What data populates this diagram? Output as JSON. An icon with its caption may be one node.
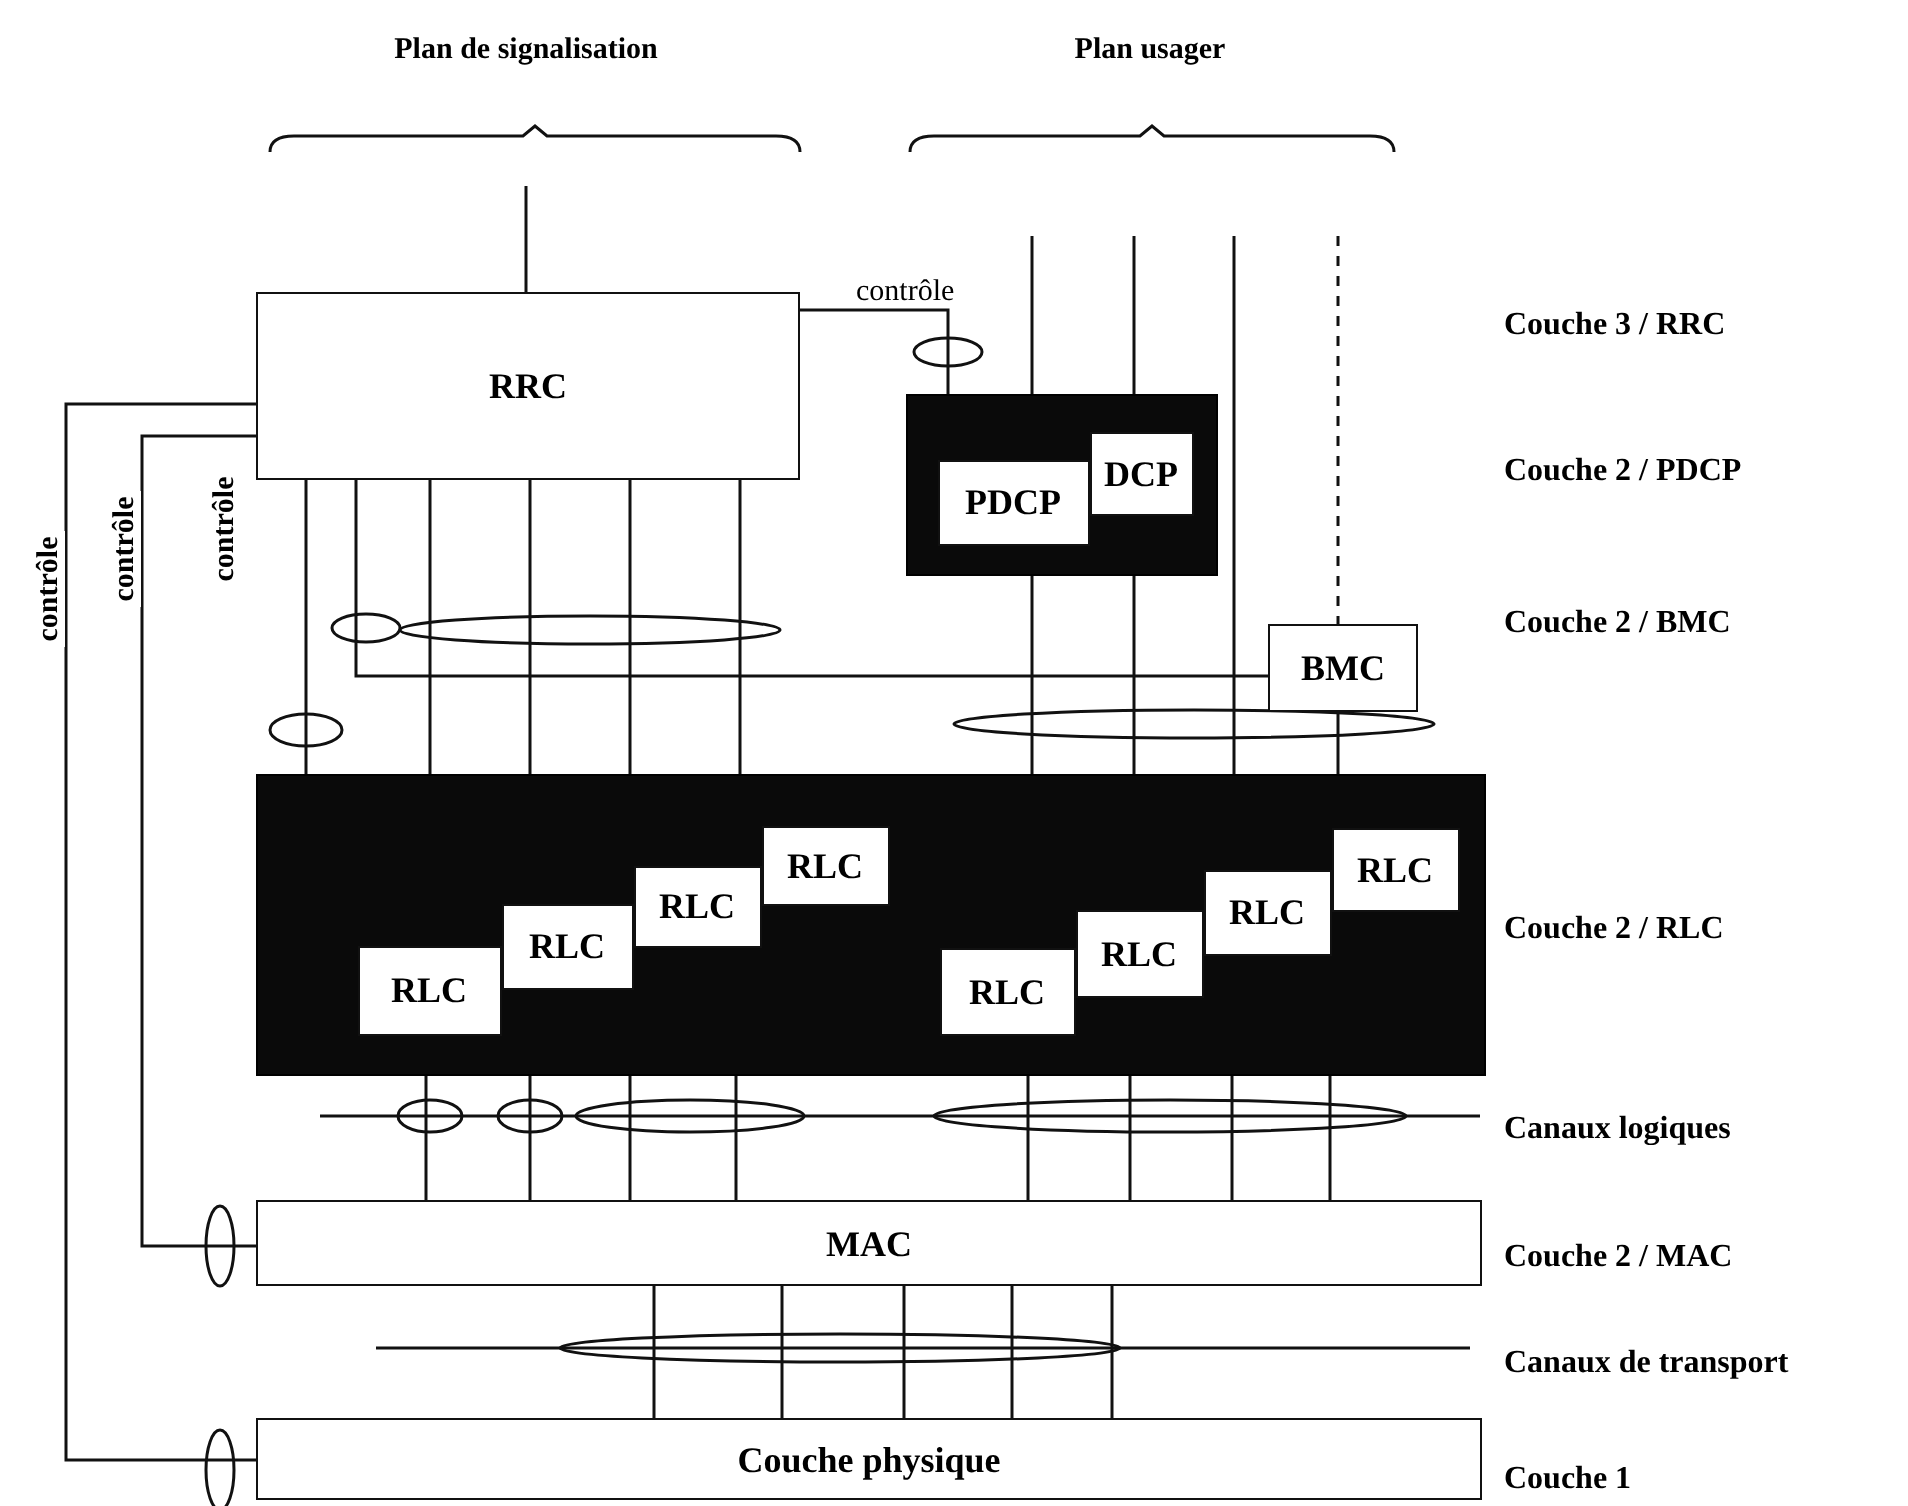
{
  "diagram": {
    "nodes": [
      {
        "text": [
          "RRC"
        ]
      },
      {
        "text": [],
        "shape": "box"
      },
      {
        "text": [
          "PDCP"
        ],
        "in": 1
      },
      {
        "text": [
          "DCP"
        ],
        "in": 1
      },
      {
        "text": [
          "BMC"
        ]
      },
      {
        "text": [],
        "shape": "box"
      },
      {
        "text": [
          "RLC"
        ],
        "in": 5
      },
      {
        "text": [
          "RLC"
        ],
        "in": 5
      },
      {
        "text": [
          "RLC"
        ],
        "in": 5
      },
      {
        "text": [
          "RLC"
        ],
        "in": 5
      },
      {
        "text": [
          "RLC"
        ],
        "in": 5
      },
      {
        "text": [
          "RLC"
        ],
        "in": 5
      },
      {
        "text": [
          "RLC"
        ],
        "in": 5
      },
      {
        "text": [
          "RLC"
        ],
        "in": 5
      },
      {
        "text": [
          "MAC"
        ]
      },
      {
        "text": [
          "Couche physique"
        ]
      }
    ],
    "edges": [
      {
        "from": null,
        "to": 0,
        "arrow": "none"
      },
      {
        "from": 0,
        "to": 1,
        "arrow": "none",
        "label": "contrôle"
      },
      {
        "from": 0,
        "to": 5,
        "arrow": "none",
        "label": "contrôle"
      },
      {
        "from": 0,
        "to": 14,
        "arrow": "none",
        "label": "contrôle"
      },
      {
        "from": 0,
        "to": 15,
        "arrow": "none",
        "label": "contrôle"
      },
      {
        "from": 0,
        "to": 4,
        "arrow": "none"
      },
      {
        "from": 0,
        "to": 5,
        "arrow": "none"
      },
      {
        "from": 0,
        "to": 5,
        "arrow": "none"
      },
      {
        "from": 0,
        "to": 5,
        "arrow": "none"
      },
      {
        "from": 0,
        "to": 5,
        "arrow": "none"
      },
      {
        "from": null,
        "to": 1,
        "arrow": "none"
      },
      {
        "from": null,
        "to": 1,
        "arrow": "none"
      },
      {
        "from": null,
        "to": 5,
        "arrow": "none"
      },
      {
        "from": null,
        "to": 4,
        "arrow": "none",
        "style": "dashed"
      },
      {
        "from": 1,
        "to": 5,
        "arrow": "none"
      },
      {
        "from": 1,
        "to": 5,
        "arrow": "none"
      },
      {
        "from": 4,
        "to": 5,
        "arrow": "none"
      },
      {
        "from": 5,
        "to": 14,
        "arrow": "none"
      },
      {
        "from": 5,
        "to": 14,
        "arrow": "none"
      },
      {
        "from": 5,
        "to": 14,
        "arrow": "none"
      },
      {
        "from": 5,
        "to": 14,
        "arrow": "none"
      },
      {
        "from": 5,
        "to": 14,
        "arrow": "none"
      },
      {
        "from": 5,
        "to": 14,
        "arrow": "none"
      },
      {
        "from": 5,
        "to": 14,
        "arrow": "none"
      },
      {
        "from": 5,
        "to": 14,
        "arrow": "none"
      },
      {
        "from": 14,
        "to": 15,
        "arrow": "none"
      },
      {
        "from": 14,
        "to": 15,
        "arrow": "none"
      },
      {
        "from": 14,
        "to": 15,
        "arrow": "none"
      },
      {
        "from": 14,
        "to": 15,
        "arrow": "none"
      },
      {
        "from": 14,
        "to": 15,
        "arrow": "none"
      }
    ],
    "labels": [
      "Plan de signalisation",
      "Plan usager",
      "Couche 3 / RRC",
      "Couche 2 / PDCP",
      "Couche 2 / BMC",
      "Couche 2 / RLC",
      "Canaux logiques",
      "Couche 2 / MAC",
      "Canaux de transport",
      "Couche 1"
    ]
  }
}
